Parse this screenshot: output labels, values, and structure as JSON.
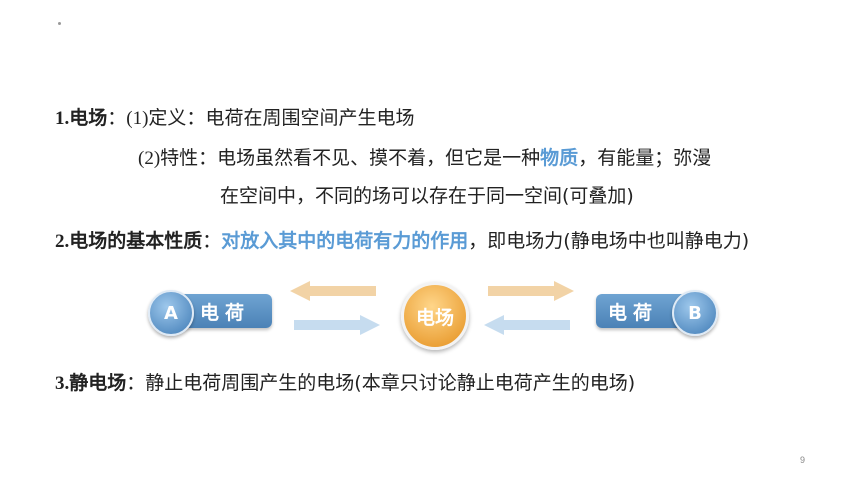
{
  "slide": {
    "corner_mark": ".",
    "page_number": "9"
  },
  "item1": {
    "num": "1.",
    "term": "电场",
    "colon": "：",
    "def_label": "(1)定义：",
    "def_text": "电荷在周围空间产生电场",
    "prop_label": "(2)特性：",
    "prop_text_a": "电场虽然看不见、摸不着，但它是一种",
    "prop_highlight": "物质",
    "prop_text_b": "，有能量；弥漫",
    "prop_text_c": "在空间中，不同的场可以存在于同一空间(可叠加)"
  },
  "item2": {
    "num": "2.",
    "term": "电场的基本性质",
    "colon": "：",
    "highlight": "对放入其中的电荷有力的作用",
    "rest": "，即电场力(静电场中也叫静电力)"
  },
  "diagram": {
    "left_badge": "A",
    "left_label": "电荷",
    "center_label": "电场",
    "right_label": "电荷",
    "right_badge": "B",
    "orange": "#f2d3a6",
    "blue": "#c6dcef"
  },
  "item3": {
    "num": "3.",
    "term": "静电场",
    "colon": "：",
    "text": "静止电荷周围产生的电场(本章只讨论静止电荷产生的电场)"
  }
}
